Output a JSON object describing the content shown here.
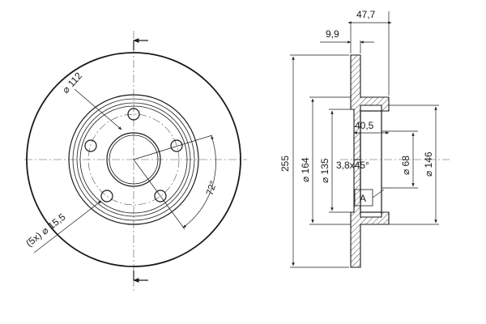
{
  "front_view": {
    "bolt_circle_label": "⌀ 112",
    "bolt_holes_label": "(5x) ⌀ 15,5",
    "angle_label": "72°"
  },
  "section_view": {
    "overall_width_label": "47,7",
    "disc_thickness_label": "9,9",
    "hat_depth_label": "40,5",
    "chamfer_label": "3,8x45°",
    "outer_diameter_label": "255",
    "friction_inner_label": "⌀ 164",
    "hat_outer_label": "⌀ 135",
    "hub_bore_label": "⌀ 68",
    "hat_diameter_label": "⌀ 146",
    "detail_marker": "A"
  }
}
